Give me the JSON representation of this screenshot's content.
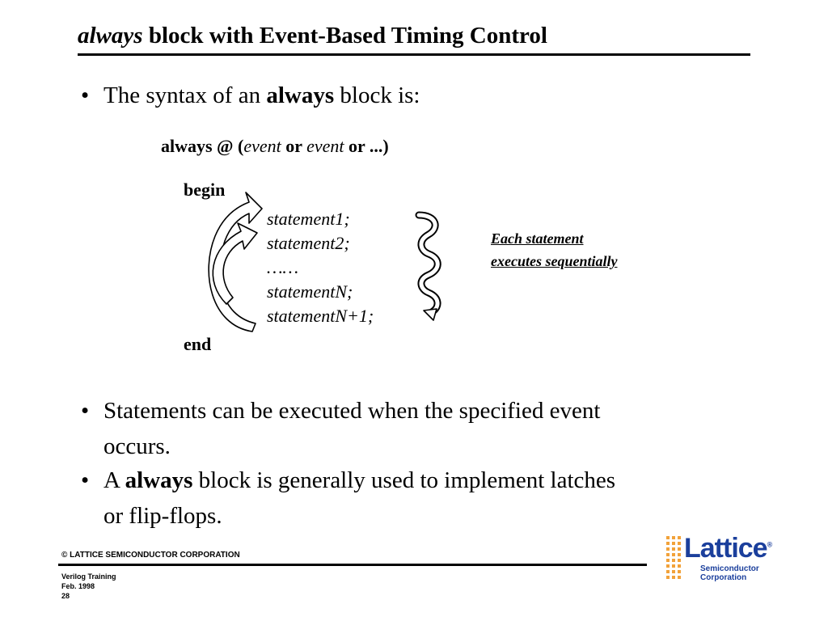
{
  "title": {
    "word": "always",
    "rest": " block with Event-Based Timing Control"
  },
  "bullets": [
    {
      "marker": "•",
      "parts": {
        "a": "The syntax of an ",
        "b": "always",
        "c": " block is:"
      }
    },
    {
      "marker": "•",
      "lines": [
        "Statements can be executed when the specified event",
        "occurs."
      ]
    },
    {
      "marker": "•",
      "parts": {
        "a": "A ",
        "b": "always",
        "c": " block is generally used to implement latches"
      },
      "line2": "or flip-flops."
    }
  ],
  "syntax": {
    "kw_always": "always @ (",
    "event1": "event",
    "or1": " or ",
    "event2": "event",
    "or2": " or ...)",
    "begin": "begin",
    "end": "end",
    "statements": [
      "statement1;",
      "statement2;",
      "……",
      "statementN;",
      "statementN+1;"
    ]
  },
  "note": {
    "line1": "Each statement",
    "line2": "executes sequentially"
  },
  "footer": {
    "copyright": "© LATTICE SEMICONDUCTOR CORPORATION",
    "course": "Verilog Training",
    "date": "Feb.  1998",
    "page": "28"
  },
  "logo": {
    "name": "Lattice",
    "registered": "®",
    "sub1": "Semiconductor",
    "sub2": "Corporation",
    "colors": {
      "brand_blue": "#1b3f9c",
      "dot_orange": "#f2a23a"
    }
  }
}
